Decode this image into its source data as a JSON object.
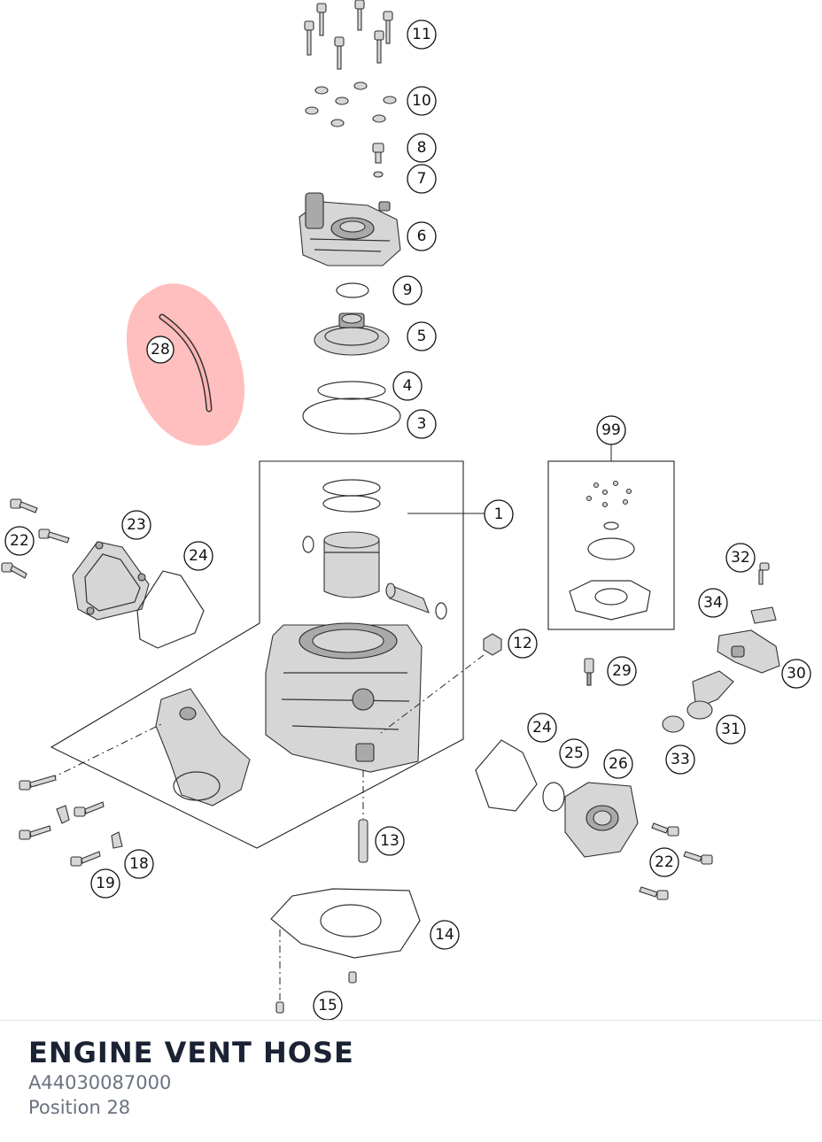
{
  "callouts": {
    "c11": "11",
    "c10": "10",
    "c8": "8",
    "c7": "7",
    "c6": "6",
    "c9": "9",
    "c5": "5",
    "c4": "4",
    "c3": "3",
    "c28": "28",
    "c99": "99",
    "c1": "1",
    "c23": "23",
    "c22a": "22",
    "c24a": "24",
    "c32": "32",
    "c34": "34",
    "c12": "12",
    "c29": "29",
    "c30": "30",
    "c31": "31",
    "c24b": "24",
    "c25": "25",
    "c26": "26",
    "c33": "33",
    "c13": "13",
    "c18": "18",
    "c19": "19",
    "c22b": "22",
    "c14": "14",
    "c15": "15"
  },
  "highlight": {
    "position": "28",
    "color": "#ff8a8a"
  },
  "footer": {
    "part_name": "ENGINE VENT HOSE",
    "part_number": "A44030087000",
    "position_label": "Position 28"
  },
  "colors": {
    "title": "#1a2233",
    "meta": "#6b7280",
    "highlight": "#ff8a8a"
  }
}
